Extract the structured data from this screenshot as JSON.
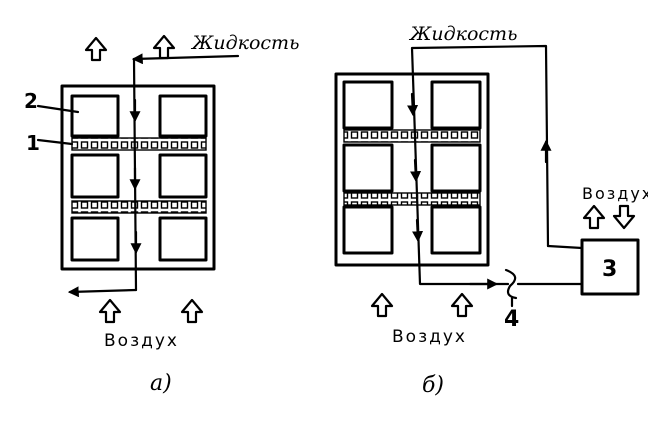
{
  "left_diagram": {
    "liquid_label": "Жидкость",
    "air_label": "Воздух",
    "callout_2": "2",
    "callout_1": "1",
    "caption": "а)"
  },
  "right_diagram": {
    "liquid_label": "Жидкость",
    "air_label_bottom": "Воздух",
    "air_label_unit": "Воздух",
    "unit_number": "3",
    "valve_number": "4",
    "caption": "б)"
  },
  "colors": {
    "ink": "#000000",
    "background": "#ffffff"
  }
}
